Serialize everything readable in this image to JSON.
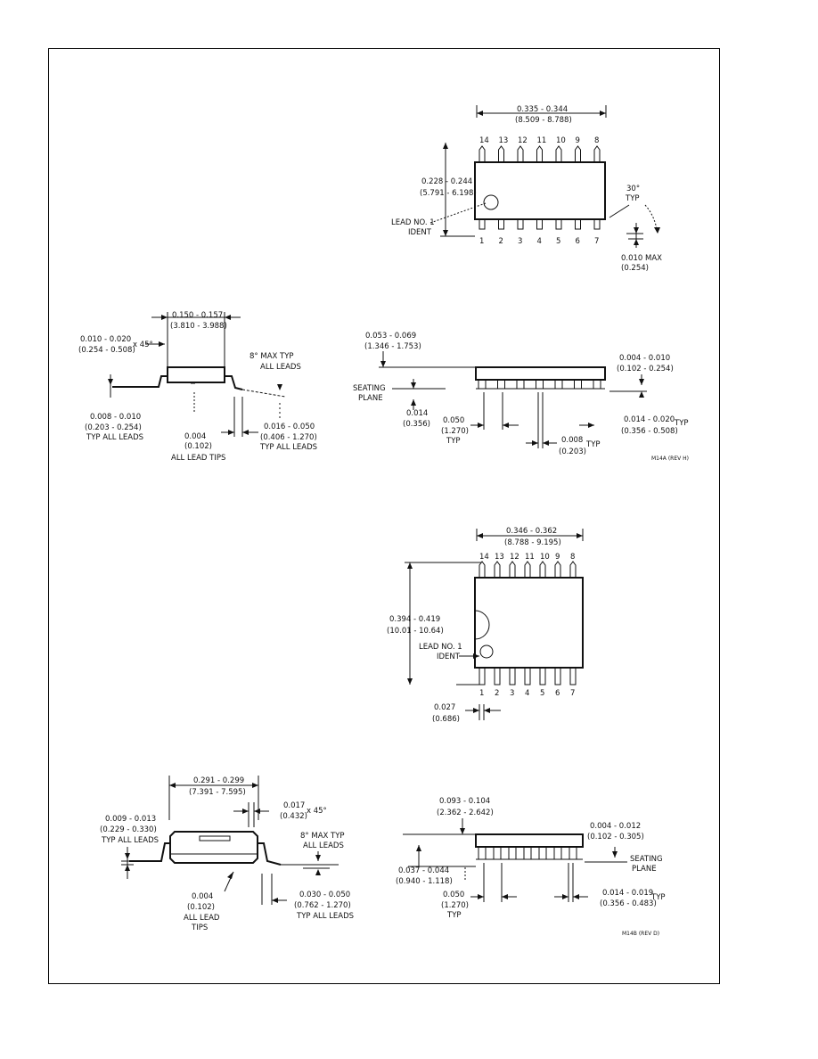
{
  "pins_top": [
    "14",
    "13",
    "12",
    "11",
    "10",
    "9",
    "8"
  ],
  "pins_bottom": [
    "1",
    "2",
    "3",
    "4",
    "5",
    "6",
    "7"
  ],
  "package_a": {
    "top_view": {
      "width_dim": [
        "0.335 - 0.344",
        "(8.509 - 8.788)"
      ],
      "height_dim": [
        "0.228 - 0.244",
        "(5.791 - 6.198)"
      ],
      "lead_ident": [
        "LEAD NO. 1",
        "IDENT"
      ],
      "angle": [
        "30°",
        "TYP"
      ],
      "max_dim": [
        "0.010 MAX",
        "(0.254)"
      ]
    },
    "end_view": {
      "width_dim": [
        "0.150 - 0.157",
        "(3.810 - 3.988)"
      ],
      "chamfer": [
        "0.010 - 0.020",
        "(0.254 - 0.508)",
        "x 45°"
      ],
      "angle_note": [
        "8° MAX TYP",
        "ALL LEADS"
      ],
      "lead_thk": [
        "0.008 - 0.010",
        "(0.203 - 0.254)",
        "TYP ALL LEADS"
      ],
      "tip": [
        "0.004",
        "(0.102)",
        "ALL LEAD TIPS"
      ],
      "foot": [
        "0.016 - 0.050",
        "(0.406 - 1.270)",
        "TYP ALL LEADS"
      ]
    },
    "side_view": {
      "height_dim": [
        "0.053 - 0.069",
        "(1.346 - 1.753)"
      ],
      "seating": [
        "SEATING",
        "PLANE"
      ],
      "standoff": [
        "0.004 - 0.010",
        "(0.102 - 0.254)"
      ],
      "offset": [
        "0.014",
        "(0.356)"
      ],
      "pitch": [
        "0.050",
        "(1.270)",
        "TYP"
      ],
      "lead_w": [
        "0.014 - 0.020",
        "TYP",
        "(0.356 - 0.508)"
      ],
      "flat": [
        "0.008",
        "TYP",
        "(0.203)"
      ],
      "ref": "M14A (REV H)"
    }
  },
  "package_b": {
    "top_view": {
      "width_dim": [
        "0.346 - 0.362",
        "(8.788 - 9.195)"
      ],
      "height_dim": [
        "0.394 - 0.419",
        "(10.01 - 10.64)"
      ],
      "lead_ident": [
        "LEAD NO. 1",
        "IDENT"
      ],
      "pin1": [
        "0.027",
        "(0.686)"
      ]
    },
    "end_view": {
      "width_dim": [
        "0.291 - 0.299",
        "(7.391 - 7.595)"
      ],
      "chamfer": [
        "0.017",
        "(0.432)",
        "x 45°"
      ],
      "lead_thk": [
        "0.009 - 0.013",
        "(0.229 - 0.330)",
        "TYP ALL LEADS"
      ],
      "angle_note": [
        "8° MAX TYP",
        "ALL LEADS"
      ],
      "tip": [
        "0.004",
        "(0.102)",
        "ALL LEAD",
        "TIPS"
      ],
      "foot": [
        "0.030 - 0.050",
        "(0.762 - 1.270)",
        "TYP ALL LEADS"
      ]
    },
    "side_view": {
      "height_dim": [
        "0.093 - 0.104",
        "(2.362 - 2.642)"
      ],
      "standoff": [
        "0.004 - 0.012",
        "(0.102 - 0.305)"
      ],
      "seating": [
        "SEATING",
        "PLANE"
      ],
      "body_h": [
        "0.037 - 0.044",
        "(0.940 - 1.118)"
      ],
      "pitch": [
        "0.050",
        "(1.270)",
        "TYP"
      ],
      "lead_w": [
        "0.014 - 0.019",
        "TYP",
        "(0.356 - 0.483)"
      ],
      "ref": "M14B (REV D)"
    }
  }
}
